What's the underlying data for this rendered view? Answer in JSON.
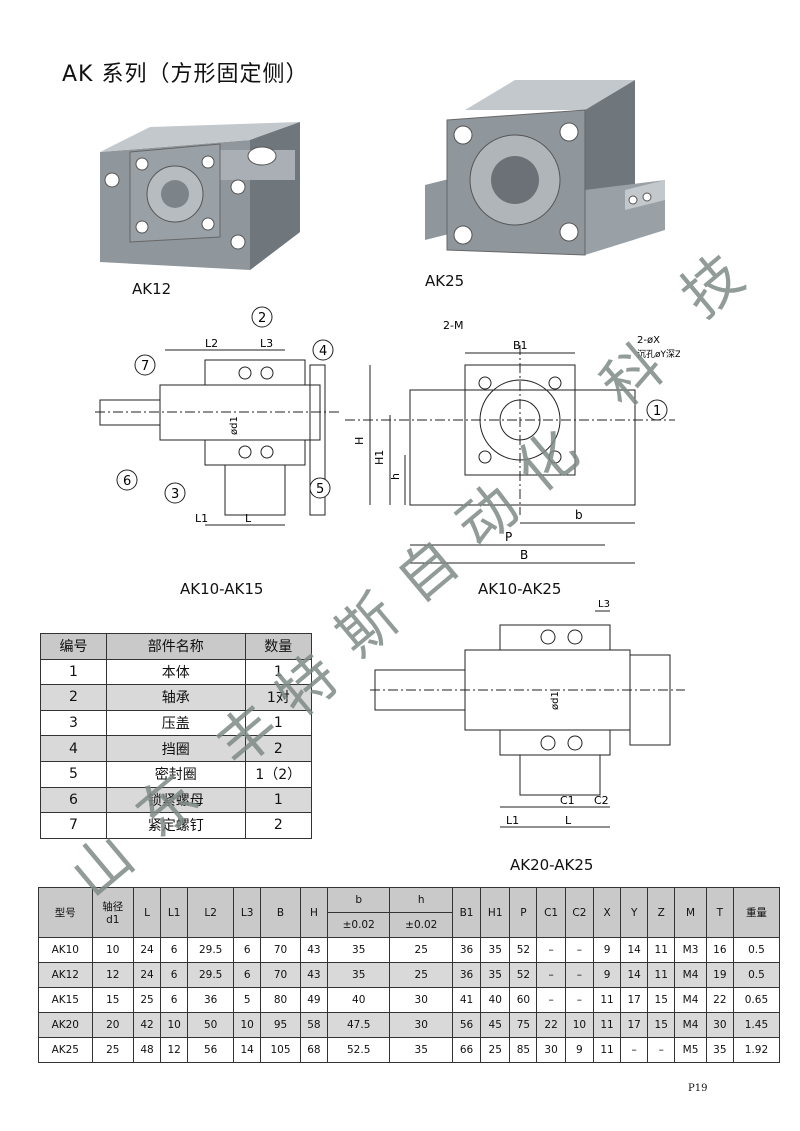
{
  "title": "AK 系列（方形固定侧）",
  "captions": {
    "ak12": "AK12",
    "ak25": "AK25",
    "section1": "AK10-AK15",
    "section2": "AK10-AK25",
    "section3": "AK20-AK25"
  },
  "watermark": [
    "山",
    "东",
    "丰",
    "特",
    "斯",
    "自",
    "动",
    "化",
    "科",
    "技"
  ],
  "drawing_labels": {
    "dim_L2": "L2",
    "dim_L3": "L3",
    "dim_L1": "L1",
    "dim_L": "L",
    "dim_d1": "ød1",
    "dim_H": "H",
    "dim_H1": "H1",
    "dim_h": "h",
    "dim_b": "b",
    "dim_P": "P",
    "dim_B": "B",
    "dim_B1": "B1",
    "dim_2M": "2-M",
    "dim_2X": "2-øX",
    "dim_Y": "沉孔øY深Z",
    "dim_C1": "C1",
    "dim_C2": "C2",
    "balloons": [
      "1",
      "2",
      "3",
      "4",
      "5",
      "6",
      "7"
    ]
  },
  "parts_table": {
    "headers": [
      "编号",
      "部件名称",
      "数量"
    ],
    "rows": [
      [
        "1",
        "本体",
        "1"
      ],
      [
        "2",
        "轴承",
        "1对"
      ],
      [
        "3",
        "压盖",
        "1"
      ],
      [
        "4",
        "挡圈",
        "2"
      ],
      [
        "5",
        "密封圈",
        "1（2）"
      ],
      [
        "6",
        "锁紧螺母",
        "1"
      ],
      [
        "7",
        "紧定螺钉",
        "2"
      ]
    ]
  },
  "spec_table": {
    "headers": [
      "型号",
      "轴径\nd1",
      "L",
      "L1",
      "L2",
      "L3",
      "B",
      "H",
      "b",
      "h",
      "B1",
      "H1",
      "P",
      "C1",
      "C2",
      "X",
      "Y",
      "Z",
      "M",
      "T",
      "重量"
    ],
    "tolerance_b": "±0.02",
    "tolerance_h": "±0.02",
    "rows": [
      [
        "AK10",
        "10",
        "24",
        "6",
        "29.5",
        "6",
        "70",
        "43",
        "35",
        "25",
        "36",
        "35",
        "52",
        "–",
        "–",
        "9",
        "14",
        "11",
        "M3",
        "16",
        "0.5"
      ],
      [
        "AK12",
        "12",
        "24",
        "6",
        "29.5",
        "6",
        "70",
        "43",
        "35",
        "25",
        "36",
        "35",
        "52",
        "–",
        "–",
        "9",
        "14",
        "11",
        "M4",
        "19",
        "0.5"
      ],
      [
        "AK15",
        "15",
        "25",
        "6",
        "36",
        "5",
        "80",
        "49",
        "40",
        "30",
        "41",
        "40",
        "60",
        "–",
        "–",
        "11",
        "17",
        "15",
        "M4",
        "22",
        "0.65"
      ],
      [
        "AK20",
        "20",
        "42",
        "10",
        "50",
        "10",
        "95",
        "58",
        "47.5",
        "30",
        "56",
        "45",
        "75",
        "22",
        "10",
        "11",
        "17",
        "15",
        "M4",
        "30",
        "1.45"
      ],
      [
        "AK25",
        "25",
        "48",
        "12",
        "56",
        "14",
        "105",
        "68",
        "52.5",
        "35",
        "66",
        "25",
        "85",
        "30",
        "9",
        "11",
        "–",
        "–",
        "M5",
        "35",
        "1.92"
      ]
    ]
  },
  "page_number": "P19",
  "colors": {
    "render_gray": "#8f969c",
    "render_light": "#c3c8cc",
    "header_gray": "#c9c9c9",
    "row_gray": "#d9d9d9"
  }
}
